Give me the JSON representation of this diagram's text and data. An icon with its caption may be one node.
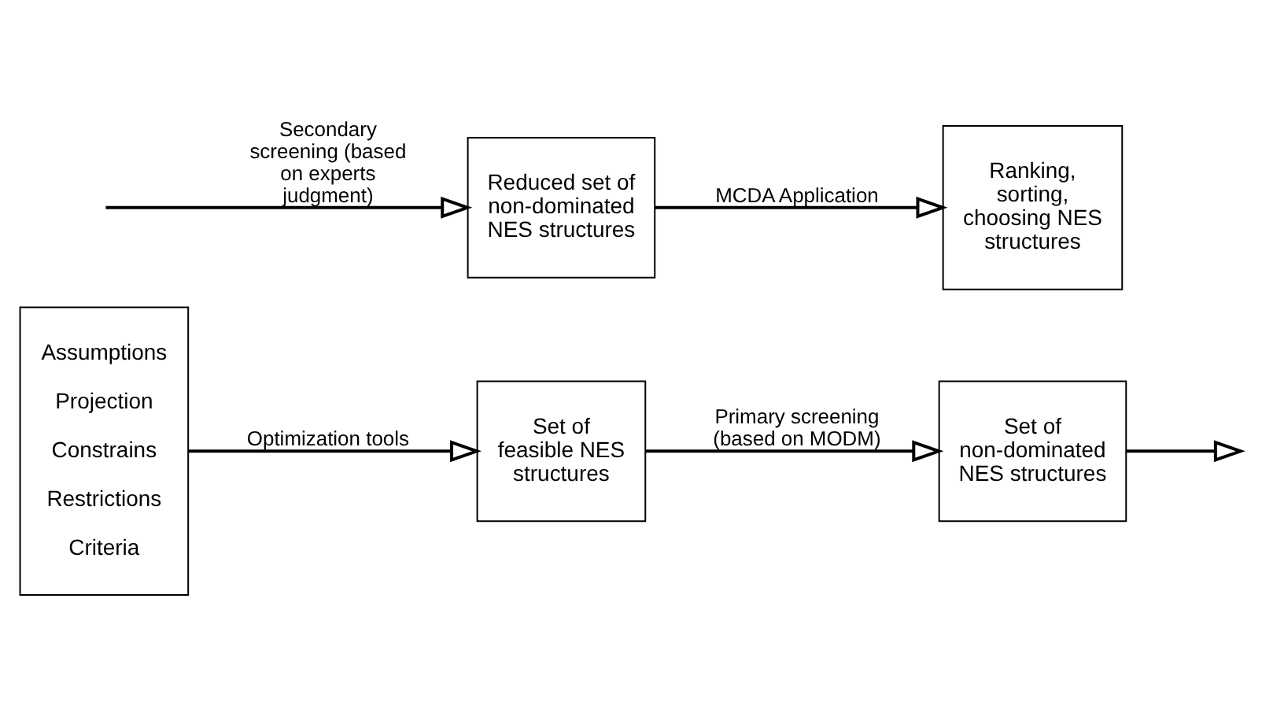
{
  "diagram": {
    "nodes": [
      {
        "text": [
          "Assumptions",
          "Projection",
          "Constrains",
          "Restrictions",
          "Criteria"
        ]
      },
      {
        "text": [
          "Set of feasible NES structures"
        ]
      },
      {
        "text": [
          "Set of non-dominated NES structures"
        ]
      },
      {
        "text": [
          "Reduced set of non-dominated NES structures"
        ]
      },
      {
        "text": [
          "Ranking, sorting, choosing NES structures"
        ]
      }
    ],
    "edges": [
      {
        "from": 0,
        "to": 1,
        "arrow": "to",
        "label": "Optimization tools"
      },
      {
        "from": 1,
        "to": 2,
        "arrow": "to",
        "label": "Primary screening (based on MODM)"
      },
      {
        "from": 2,
        "to": null,
        "arrow": "to"
      },
      {
        "from": null,
        "to": 3,
        "arrow": "to",
        "label": "Secondary screening (based on experts judgment)"
      },
      {
        "from": 3,
        "to": 4,
        "arrow": "to",
        "label": "MCDA Application"
      }
    ]
  }
}
